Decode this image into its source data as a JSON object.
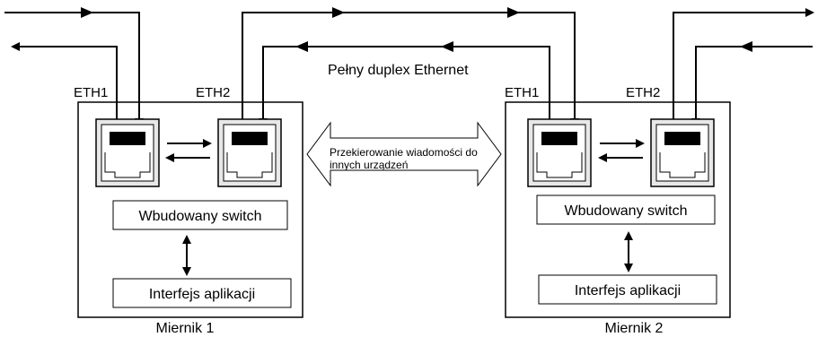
{
  "title": "Pełny duplex Ethernet",
  "center_arrow_text": [
    "Przekierowanie wiadomości do",
    "innych urządzeń"
  ],
  "meters": [
    {
      "name": "Miernik 1",
      "port1": "ETH1",
      "port2": "ETH2",
      "switch": "Wbudowany switch",
      "interface": "Interfejs aplikacji"
    },
    {
      "name": "Miernik 2",
      "port1": "ETH1",
      "port2": "ETH2",
      "switch": "Wbudowany switch",
      "interface": "Interfejs aplikacji"
    }
  ],
  "colors": {
    "stroke": "#000000",
    "port_fill": "#e8e8e8",
    "background": "#ffffff"
  }
}
